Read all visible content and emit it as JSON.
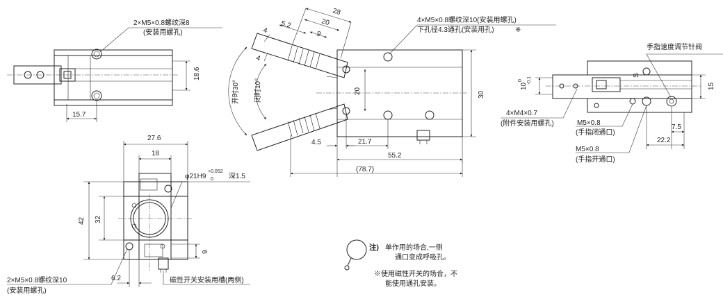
{
  "left_view": {
    "callout_thread": "2×M5×0.8螺纹深8",
    "callout_purpose": "(安装用螺孔)",
    "dim_height": "18.6",
    "dim_offset": "15.7"
  },
  "bottom_view": {
    "dim_width_outer": "27.6",
    "dim_width_inner": "18",
    "dim_height_outer": "42",
    "dim_height_inner": "32",
    "dim_slot": "9",
    "dim_offset": "6.2",
    "bore_spec": "φ21H9",
    "bore_tol_upper": "+0.052",
    "bore_tol_lower": "0",
    "bore_depth": "深1.5",
    "callout_thread": "2×M5×0.8螺纹深10",
    "callout_purpose": "(安装用螺孔)",
    "callout_slot": "磁性开关安装用槽(两侧)"
  },
  "center_view": {
    "dim_28": "28",
    "dim_20_top": "20",
    "dim_9": "9",
    "dim_5_2": "5.2",
    "dim_4a": "4",
    "dim_4b": "4",
    "angle_open": "开时30°",
    "angle_closed": "闭时10°",
    "dim_20_mid": "20",
    "dim_30": "30",
    "dim_4_5": "4.5",
    "dim_21_7": "21.7",
    "dim_55_2": "55.2",
    "dim_78_7": "(78.7)",
    "callout_line1": "4×M5×0.8螺纹深10(安装用螺孔)",
    "callout_line2": "下孔径4.3通孔(安装用孔)",
    "callout_mark": "※"
  },
  "right_view": {
    "needle_valve": "手指速度调节针阀",
    "dim_10": "10",
    "dim_10_tol_upper": "0",
    "dim_10_tol_lower": "-0.1",
    "dim_15": "15",
    "dim_7_5": "7.5",
    "dim_22_2": "22.2",
    "letter_s": "S",
    "callout_m4": "4×M4×0.7",
    "callout_m4_purpose": "(附件安装用螺孔)",
    "callout_close": "M5×0.8",
    "callout_close_purpose": "(手指闭通口)",
    "callout_open": "M5×0.8",
    "callout_open_purpose": "(手指开通口)"
  },
  "note": {
    "label": "注)",
    "line1": "单作用的场合,一侧",
    "line2": "通口变成呼吸孔。",
    "line3": "※使用磁性开关的场合，不",
    "line4": "能使用通孔安装。"
  }
}
